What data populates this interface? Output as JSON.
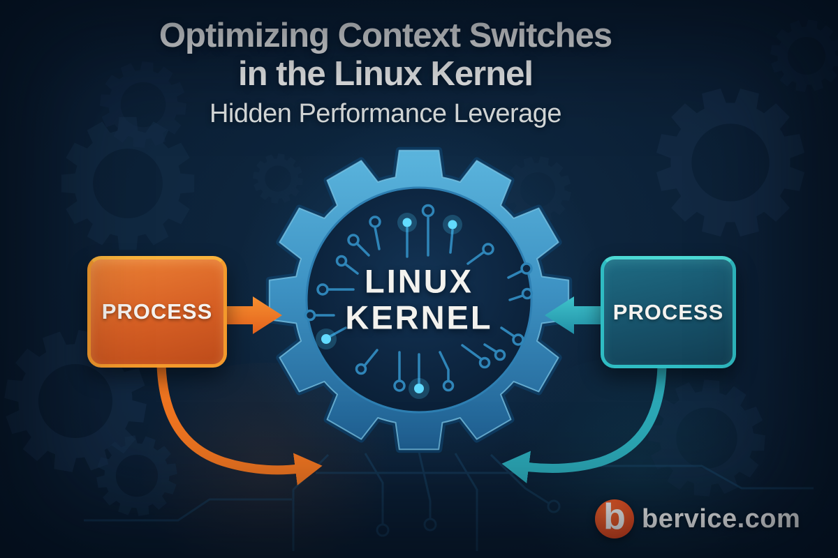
{
  "header": {
    "title_line1": "Optimizing Context Switches",
    "title_line2": "in the Linux Kernel",
    "subtitle": "Hidden Performance Leverage"
  },
  "diagram": {
    "kernel_label_line1": "LINUX",
    "kernel_label_line2": "KERNEL",
    "left_process_label": "PROCESS",
    "right_process_label": "PROCESS"
  },
  "branding": {
    "logo_letter": "b",
    "site_name": "bervice.com"
  },
  "colors": {
    "background": "#0b1e33",
    "title_text": "#eceded",
    "subtitle_text": "#d8dcdc",
    "gear_blue": "#3e93c4",
    "gear_blue_dark": "#1d5c8e",
    "gear_outline": "#0e3a5f",
    "circuit_trace": "#2f85b8",
    "glow_dot_cyan": "#62dbff",
    "process_orange_fill": "#d65f24",
    "process_orange_border": "#f3992c",
    "arrow_orange": "#ed7420",
    "process_teal_fill": "#17526a",
    "process_teal_border": "#2fbcc3",
    "arrow_teal": "#2ba7b5",
    "logo_red": "#ee4a1e",
    "label_text": "#f5f3f0"
  }
}
